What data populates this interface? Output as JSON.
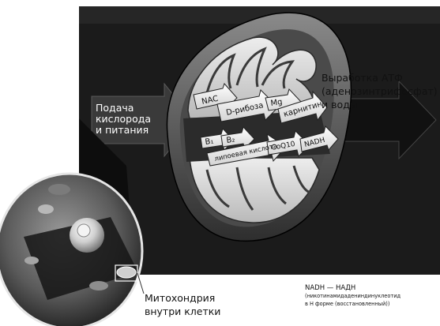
{
  "labels": {
    "input_line1": "Подача",
    "input_line2": "кислорода",
    "input_line3": "и питания",
    "output_line1": "Выработка АТФ",
    "output_line2": "(аденозинтрифосфат)",
    "output_line3": "и воды",
    "mito_line1": "Митохондрия",
    "mito_line2": "внутри клетки"
  },
  "arrow_labels": {
    "nac": "NAC",
    "d_ribose": "D-рибоза",
    "mg": "Mg",
    "carnitine": "карнитин",
    "b1": "B₁",
    "b2": "B₂",
    "lipoic": "липоевая кислота",
    "coq10": "CoQ10",
    "nadh": "NADH"
  },
  "note": {
    "title": "NADH — НАДН",
    "desc_line1": "(никотинамидадениндинуклеотид",
    "desc_line2": "в Н форме (восстановленный))"
  }
}
